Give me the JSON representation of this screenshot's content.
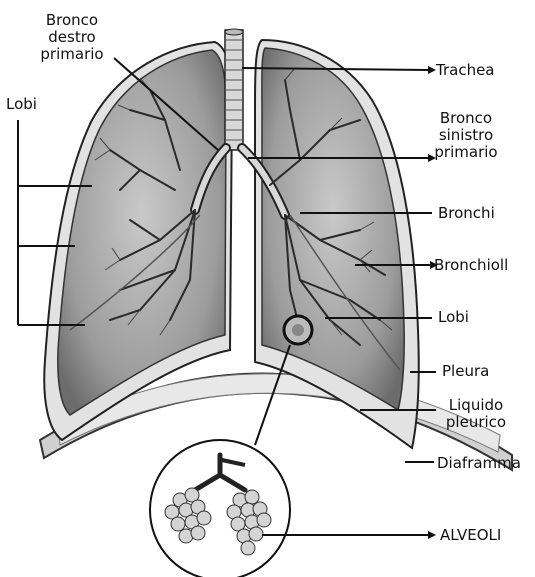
{
  "labels": {
    "bronco_destro_primario": [
      "Bronco",
      "destro",
      "primario"
    ],
    "lobi_left": "Lobi",
    "trachea": "Trachea",
    "bronco_sinistro_primario": [
      "Bronco",
      "sinistro",
      "primario"
    ],
    "bronchi": "Bronchi",
    "bronchioli": "Bronchioll",
    "lobi_right": "Lobi",
    "pleura": "Pleura",
    "liquido_pleurico": [
      "Liquido",
      "pleurico"
    ],
    "diaframma": "Diaframma",
    "alveoli": "ALVEOLI"
  },
  "colors": {
    "lung_fill": "#b9b9b9",
    "lung_dark": "#6f6f6f",
    "pleura_fill": "#dcdcdc",
    "diaphragm_fill": "#cfcfcf",
    "line": "#111111"
  }
}
